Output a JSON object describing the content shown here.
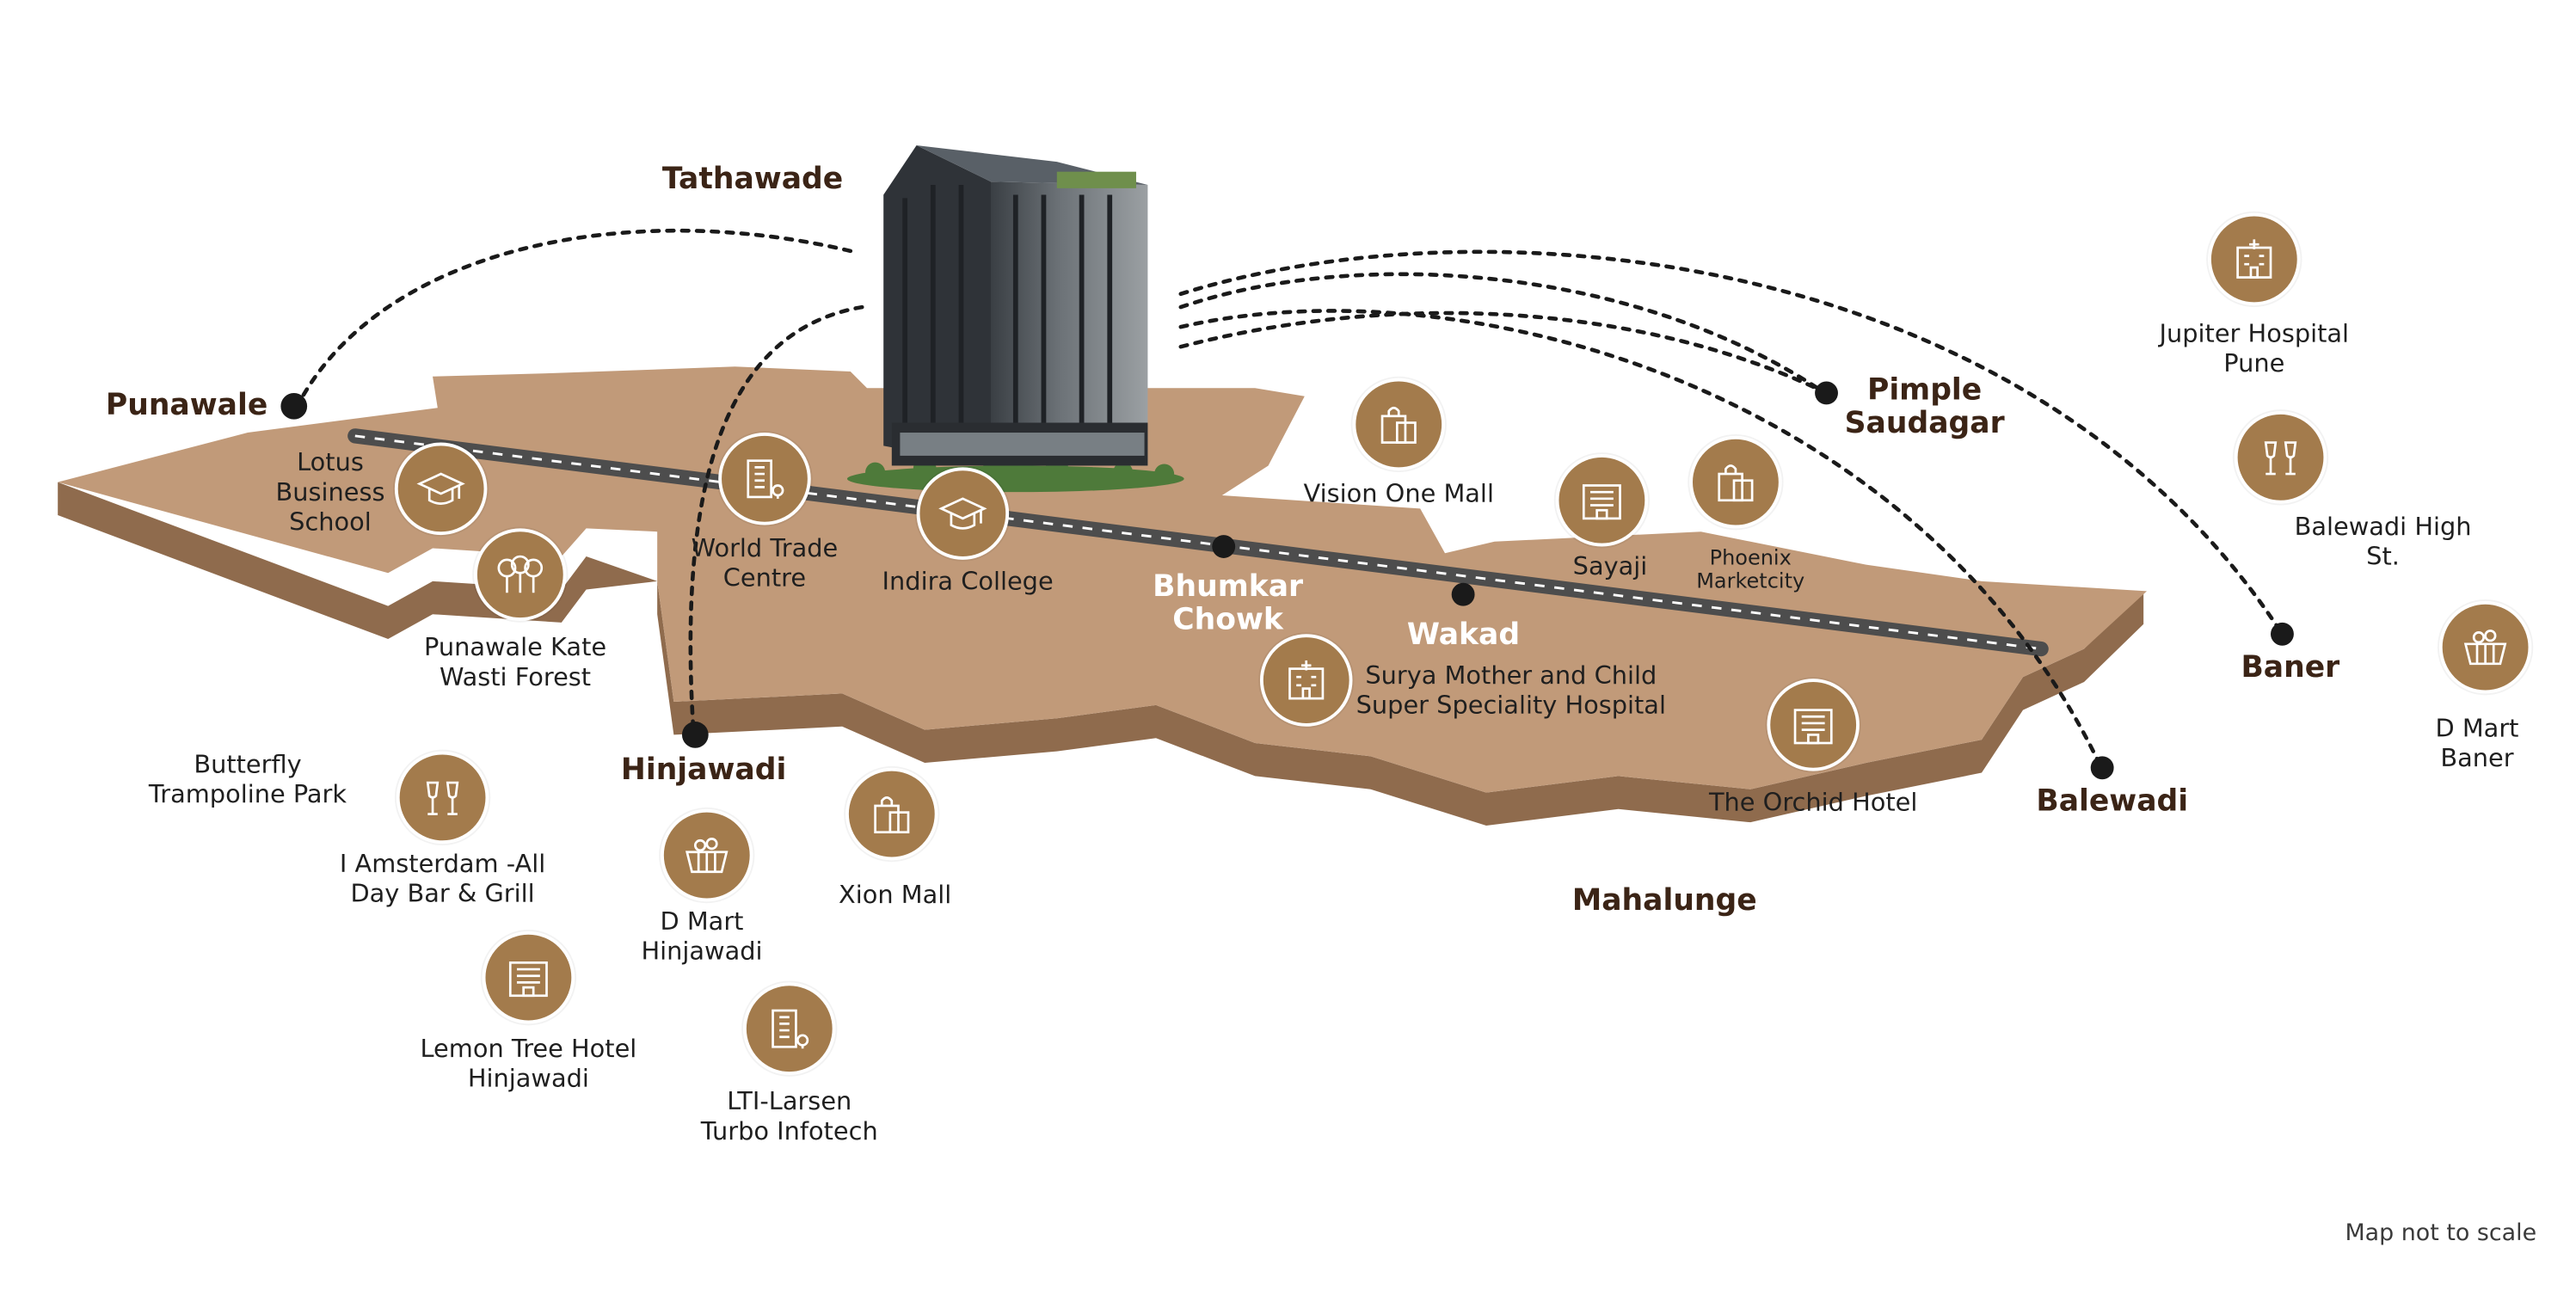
{
  "areas": {
    "tathawade": "Tathawade",
    "punawale": "Punawale",
    "pimple_saudagar": "Pimple\nSaudagar",
    "baner": "Baner",
    "balewadi": "Balewadi",
    "hinjawadi": "Hinjawadi",
    "mahalunge": "Mahalunge",
    "bhumkar_chowk": "Bhumkar\nChowk",
    "wakad": "Wakad"
  },
  "landmarks": [
    {
      "label": "Lotus\nBusiness\nSchool",
      "icon": "graduation-cap-icon"
    },
    {
      "label": "Punawale Kate\nWasti Forest",
      "icon": "trees-icon"
    },
    {
      "label": "World Trade\nCentre",
      "icon": "office-building-icon"
    },
    {
      "label": "Indira College",
      "icon": "graduation-cap-icon"
    },
    {
      "label": "Vision One Mall",
      "icon": "shopping-bag-icon"
    },
    {
      "label": "Sayaji",
      "icon": "hotel-building-icon"
    },
    {
      "label": "Phoenix\nMarketcity",
      "icon": "shopping-bag-icon"
    },
    {
      "label": "Surya Mother and Child\nSuper Speciality Hospital",
      "icon": "hospital-icon"
    },
    {
      "label": "The Orchid Hotel",
      "icon": "hotel-building-icon"
    },
    {
      "label": "Jupiter Hospital\nPune",
      "icon": "hospital-icon"
    },
    {
      "label": "Balewadi High St.",
      "icon": "cheers-glasses-icon"
    },
    {
      "label": "D Mart Baner",
      "icon": "grocery-basket-icon"
    },
    {
      "label": "Butterfly\nTrampoline Park",
      "icon": ""
    },
    {
      "label": "I Amsterdam -All\nDay Bar & Grill",
      "icon": "cheers-glasses-icon"
    },
    {
      "label": "D Mart\nHinjawadi",
      "icon": "grocery-basket-icon"
    },
    {
      "label": "Xion Mall",
      "icon": "shopping-bag-icon"
    },
    {
      "label": "Lemon Tree Hotel\nHinjawadi",
      "icon": "hotel-building-icon"
    },
    {
      "label": "LTI-Larsen\nTurbo Infotech",
      "icon": "office-building-icon"
    }
  ],
  "note": "Map not to scale",
  "colors": {
    "land_top": "#c19a79",
    "land_side": "#8f6b4d",
    "icon_fill": "#a37b4c",
    "label_dark": "#3b2416",
    "road": "#4d4d4d"
  }
}
